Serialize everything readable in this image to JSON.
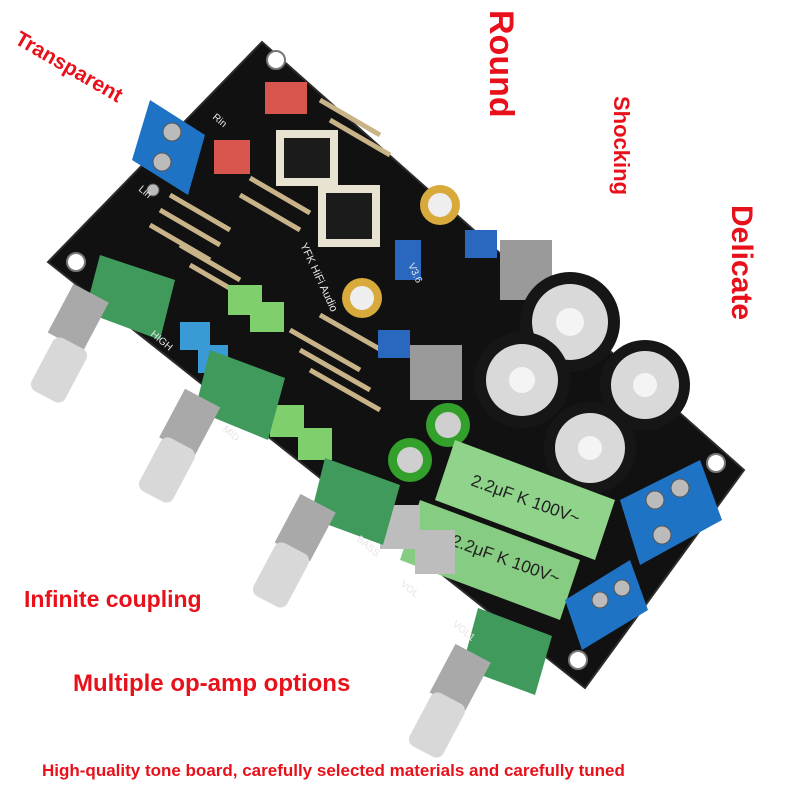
{
  "captions": {
    "transparent": "Transparent",
    "round": "Round",
    "shocking": "Shocking",
    "delicate": "Delicate",
    "infinite_coupling": "Infinite coupling",
    "op_amp": "Multiple op-amp options",
    "bottom_line": "High-quality tone board, carefully selected materials and carefully tuned"
  },
  "board": {
    "brand": "YFK HiFi Audio",
    "version": "V3.6",
    "labels": {
      "rin": "Rin",
      "lin": "Lin",
      "high": "HIGH",
      "mid": "MID",
      "bass": "BASS",
      "vol": "VOL",
      "vol1": "VOL1"
    },
    "film_cap_label": "2.2μF K 100V~"
  },
  "colors": {
    "caption_red": "#e8101a",
    "pcb": "#141414",
    "pot_green": "#3f9a5c",
    "terminal_blue": "#1f73c4"
  }
}
